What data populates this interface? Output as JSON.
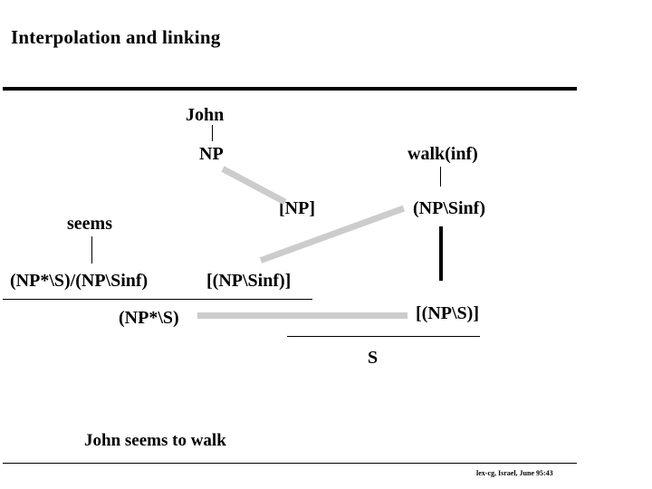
{
  "slide": {
    "title": "Interpolation and linking",
    "footer": "lex-cg, Israel, June 95:43",
    "sentence": "John seems to walk"
  },
  "derivation": {
    "words": {
      "john": "John",
      "seems": "seems",
      "walk": "walk(inf)"
    },
    "categories": {
      "np": "NP",
      "seems_cat": "(NP*\\S)/(NP\\Sinf)",
      "walk_cat": "(NP\\Sinf)",
      "np_bracket": "[NP]",
      "np_sinf_bracket": "[(NP\\Sinf)]",
      "np_star_s": "(NP*\\S)",
      "np_s_bracket": "[(NP\\S)]",
      "s": "S"
    }
  },
  "colors": {
    "ink": "#000000",
    "link": "#cccccc",
    "background": "#ffffff"
  }
}
